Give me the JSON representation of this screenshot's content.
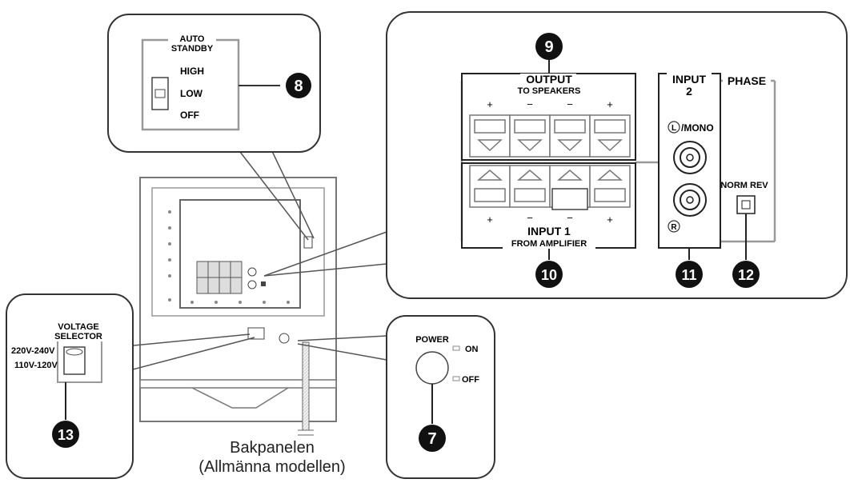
{
  "callouts": {
    "auto_standby": "8",
    "output_terminals": "9",
    "input1_terminals": "10",
    "input2_jacks": "11",
    "phase_switch": "12",
    "voltage_selector": "13",
    "power_switch": "7"
  },
  "auto_standby": {
    "title_line1": "AUTO",
    "title_line2": "STANDBY",
    "options": [
      "HIGH",
      "LOW",
      "OFF"
    ]
  },
  "output": {
    "title": "OUTPUT",
    "subtitle": "TO SPEAKERS",
    "polarity": [
      "+",
      "−",
      "−",
      "+"
    ]
  },
  "input1": {
    "title": "INPUT 1",
    "subtitle": "FROM AMPLIFIER",
    "polarity": [
      "+",
      "−",
      "−",
      "+"
    ]
  },
  "input2": {
    "title_line1": "INPUT",
    "title_line2": "2",
    "left_label": "/MONO",
    "left_symbol": "L",
    "right_symbol": "R"
  },
  "phase": {
    "title": "PHASE",
    "switch_label": "NORM REV"
  },
  "voltage": {
    "title_line1": "VOLTAGE",
    "title_line2": "SELECTOR",
    "option_high": "220V-240V",
    "option_low": "110V-120V"
  },
  "power": {
    "title": "POWER",
    "on": "ON",
    "off": "OFF"
  },
  "caption": {
    "line1": "Bakpanelen",
    "line2": "(Allmänna modellen)"
  }
}
